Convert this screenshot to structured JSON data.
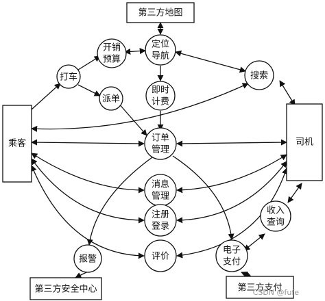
{
  "nodes": {
    "map": "第三方地图",
    "passenger": "乘客",
    "driver": "司机",
    "safety": "第三方安全中心",
    "pay3": "第三方支付",
    "hail": "打车",
    "budget": [
      "开销",
      "预算"
    ],
    "nav": [
      "定位",
      "导航"
    ],
    "search": "搜索",
    "dispatch": "派单",
    "billing": [
      "即时",
      "计费"
    ],
    "order": [
      "订单",
      "管理"
    ],
    "msg": [
      "消息",
      "管理"
    ],
    "reg": [
      "注册",
      "登录"
    ],
    "rate": "评价",
    "income": [
      "收入",
      "查询"
    ],
    "alarm": "报警",
    "epay": [
      "电子",
      "支付"
    ]
  },
  "watermark": "CSDN @fufe"
}
